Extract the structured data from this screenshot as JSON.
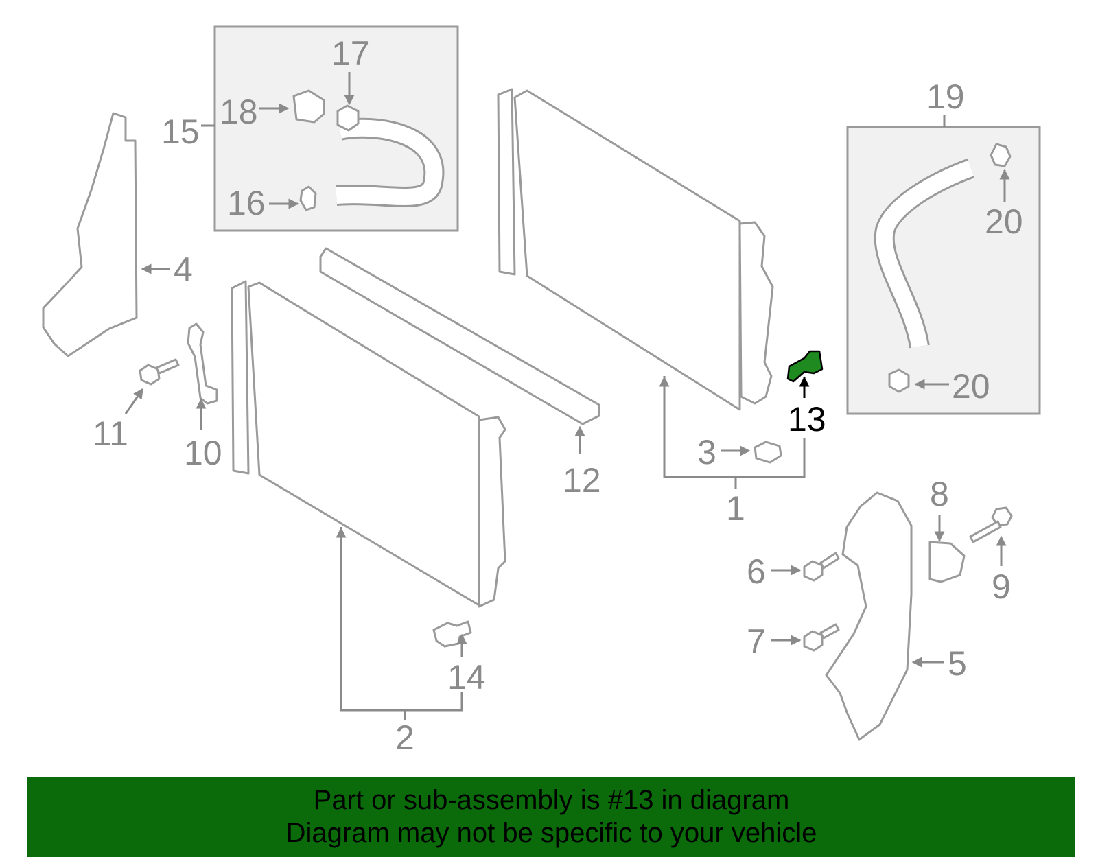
{
  "callouts": {
    "c1": "1",
    "c2": "2",
    "c3": "3",
    "c4": "4",
    "c5": "5",
    "c6": "6",
    "c7": "7",
    "c8": "8",
    "c9": "9",
    "c10": "10",
    "c11": "11",
    "c12": "12",
    "c13": "13",
    "c14": "14",
    "c15": "15",
    "c16": "16",
    "c17": "17",
    "c18": "18",
    "c19": "19",
    "c20a": "20",
    "c20b": "20"
  },
  "highlighted_part": "13",
  "colors": {
    "highlight_part": "#1f8a1f",
    "banner_background": "#0b6b0b",
    "line_art": "#9a9a9a",
    "callout_text": "#8a8a8a"
  },
  "banner": {
    "line1": "Part or sub-assembly is #13 in diagram",
    "line2": "Diagram may not be specific to your vehicle"
  }
}
